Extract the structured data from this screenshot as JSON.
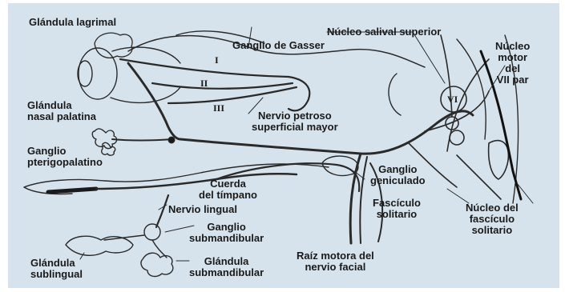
{
  "labels": {
    "glandula_lagrimal": "Glándula lagrimal",
    "glandula_nasal_palatina": [
      "Glándula",
      "nasal palatina"
    ],
    "ganglio_pterigopalatino": [
      "Ganglio",
      "pterigopalatino"
    ],
    "glandula_sublingual": [
      "Glándula",
      "sublingual"
    ],
    "ganglio_gasser": "Ganglio de Gasser",
    "nervio_petroso": [
      "Nervio petroso",
      "superficial mayor"
    ],
    "cuerda_timpano": [
      "Cuerda",
      "del tímpano"
    ],
    "nervio_lingual": "Nervio lingual",
    "ganglio_submandibular": [
      "Ganglio",
      "submandibular"
    ],
    "glandula_submandibular": [
      "Glándula",
      "submandibular"
    ],
    "raiz_motora": [
      "Raíz motora del",
      "nervio facial"
    ],
    "nucleo_salival": "Núcleo salival superior",
    "nucleo_motor": [
      "Núcleo",
      "motor",
      "del",
      "VII par"
    ],
    "ganglio_geniculado": [
      "Ganglio",
      "geniculado"
    ],
    "fasciculo_solitario": [
      "Fascículo",
      "solitario"
    ],
    "nucleo_fasciculo": [
      "Núcleo del",
      "fascículo",
      "solitario"
    ],
    "roman_i": "I",
    "roman_ii": "II",
    "roman_iii": "III",
    "roman_vi": "VI"
  }
}
